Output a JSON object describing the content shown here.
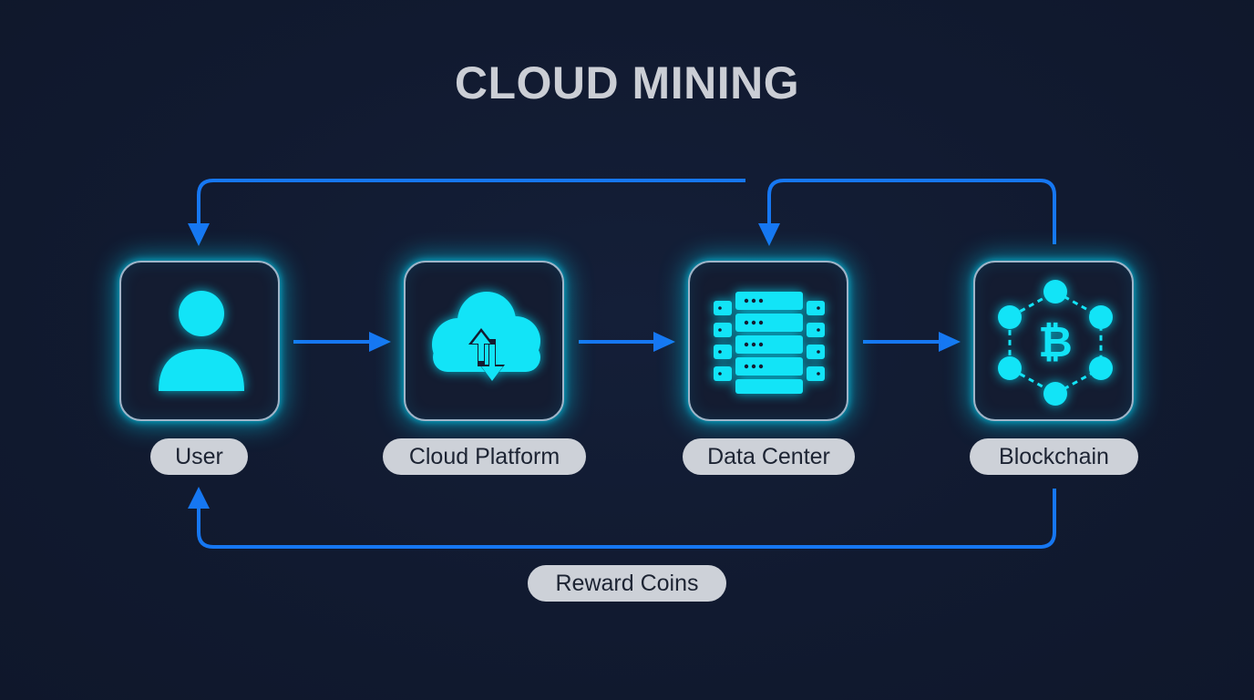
{
  "title": "CLOUD MINING",
  "colors": {
    "background": "#111a30",
    "accent_cyan": "#12e4f7",
    "arrow_blue": "#1677f2",
    "label_pill": "#cdd1d8",
    "node_border": "#9fb4c8"
  },
  "nodes": [
    {
      "id": "user",
      "label": "User",
      "icon": "user-icon"
    },
    {
      "id": "cloud-platform",
      "label": "Cloud Platform",
      "icon": "cloud-upload-download-icon"
    },
    {
      "id": "data-center",
      "label": "Data Center",
      "icon": "server-rack-icon"
    },
    {
      "id": "blockchain",
      "label": "Blockchain",
      "icon": "bitcoin-network-icon"
    }
  ],
  "flows": [
    {
      "from": "user",
      "to": "cloud-platform"
    },
    {
      "from": "cloud-platform",
      "to": "data-center"
    },
    {
      "from": "data-center",
      "to": "blockchain"
    },
    {
      "from": "blockchain",
      "to": "data-center",
      "route": "top-loop"
    },
    {
      "from": "data-center",
      "to": "user",
      "route": "top-loop"
    },
    {
      "from": "blockchain",
      "to": "user",
      "route": "bottom-loop",
      "label": "Reward Coins"
    }
  ],
  "reward_label": "Reward Coins"
}
